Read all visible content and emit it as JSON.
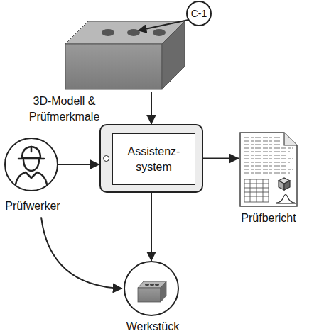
{
  "diagram": {
    "nodes": [
      {
        "text": [
          "3D-Modell & Prüfmerkmale"
        ]
      },
      {
        "text": [
          "Prüfwerker"
        ]
      },
      {
        "text": [
          "Assistenz- system"
        ]
      },
      {
        "text": [
          "Prüfbericht"
        ]
      },
      {
        "text": [
          "Werkstück"
        ]
      }
    ],
    "edges": [
      {
        "from": 0,
        "to": 2,
        "arrow": "to"
      },
      {
        "from": 1,
        "to": 2,
        "arrow": "to"
      },
      {
        "from": 2,
        "to": 3,
        "arrow": "to"
      },
      {
        "from": 2,
        "to": 4,
        "arrow": "to"
      },
      {
        "from": 1,
        "to": 4,
        "arrow": "to"
      }
    ],
    "labels": [
      "C-1"
    ]
  }
}
